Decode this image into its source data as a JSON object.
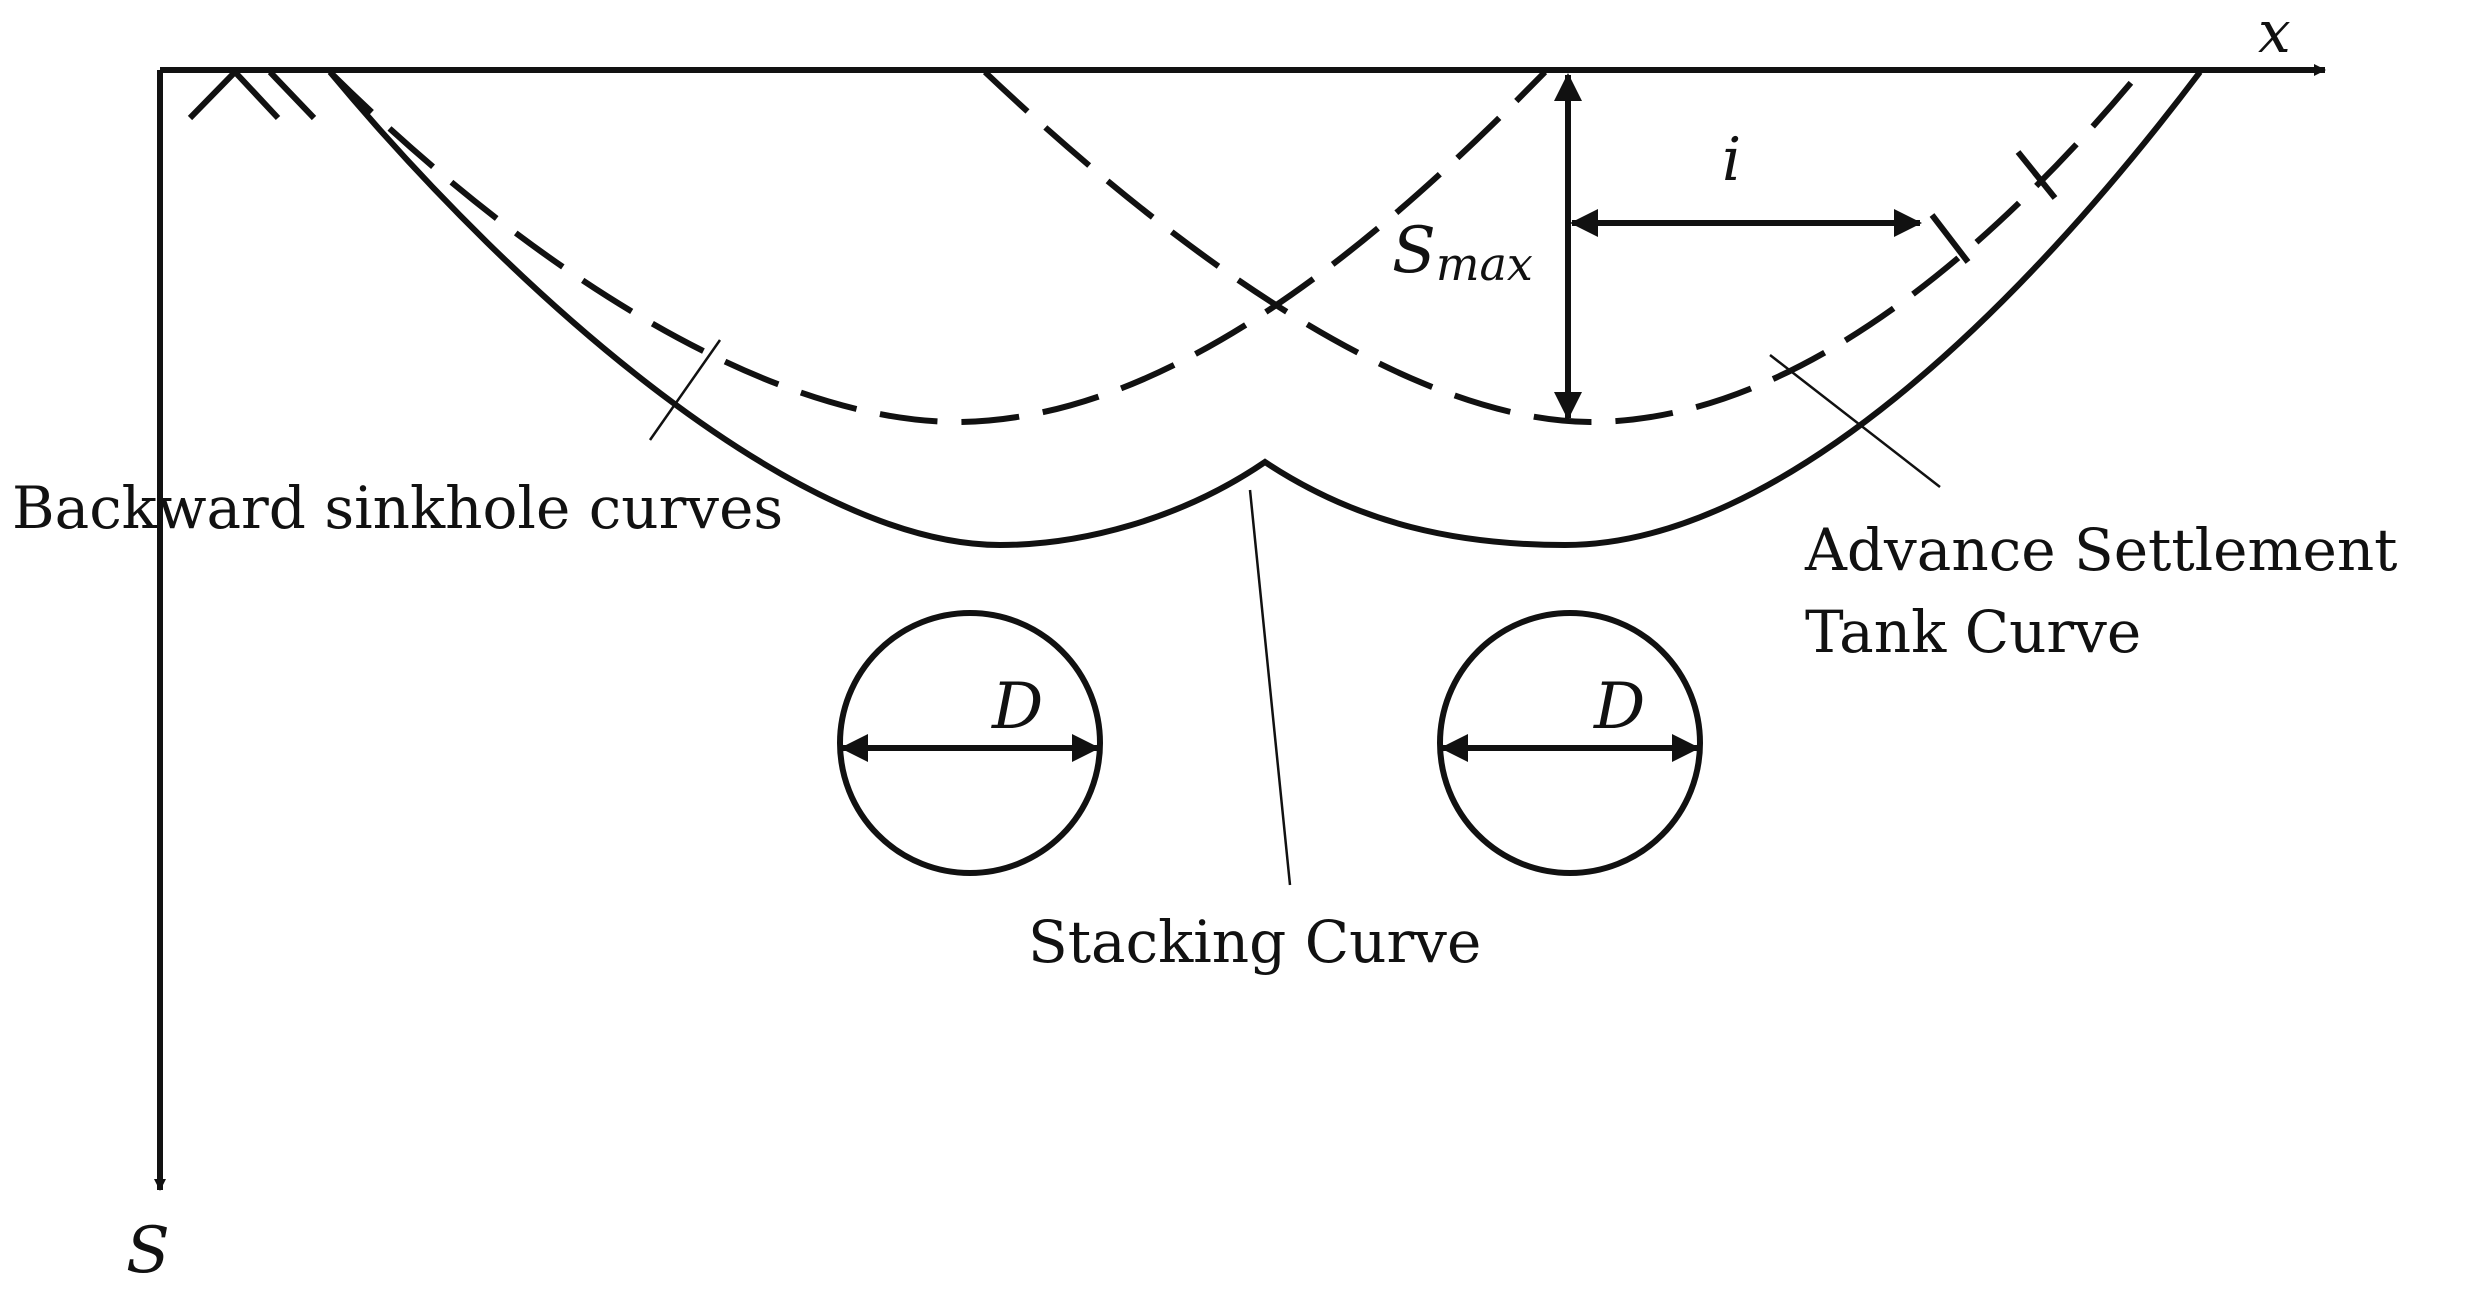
{
  "axes": {
    "x_label": "x",
    "s_label": "S"
  },
  "symbols": {
    "smax_main": "S",
    "smax_sub": "max",
    "i": "i",
    "diameter_left": "D",
    "diameter_right": "D"
  },
  "labels": {
    "backward": "Backward sinkhole curves",
    "advance_line1": "Advance Settlement",
    "advance_line2": "Tank Curve",
    "stacking": "Stacking Curve"
  },
  "colors": {
    "stroke": "#111111",
    "background": "#ffffff"
  }
}
